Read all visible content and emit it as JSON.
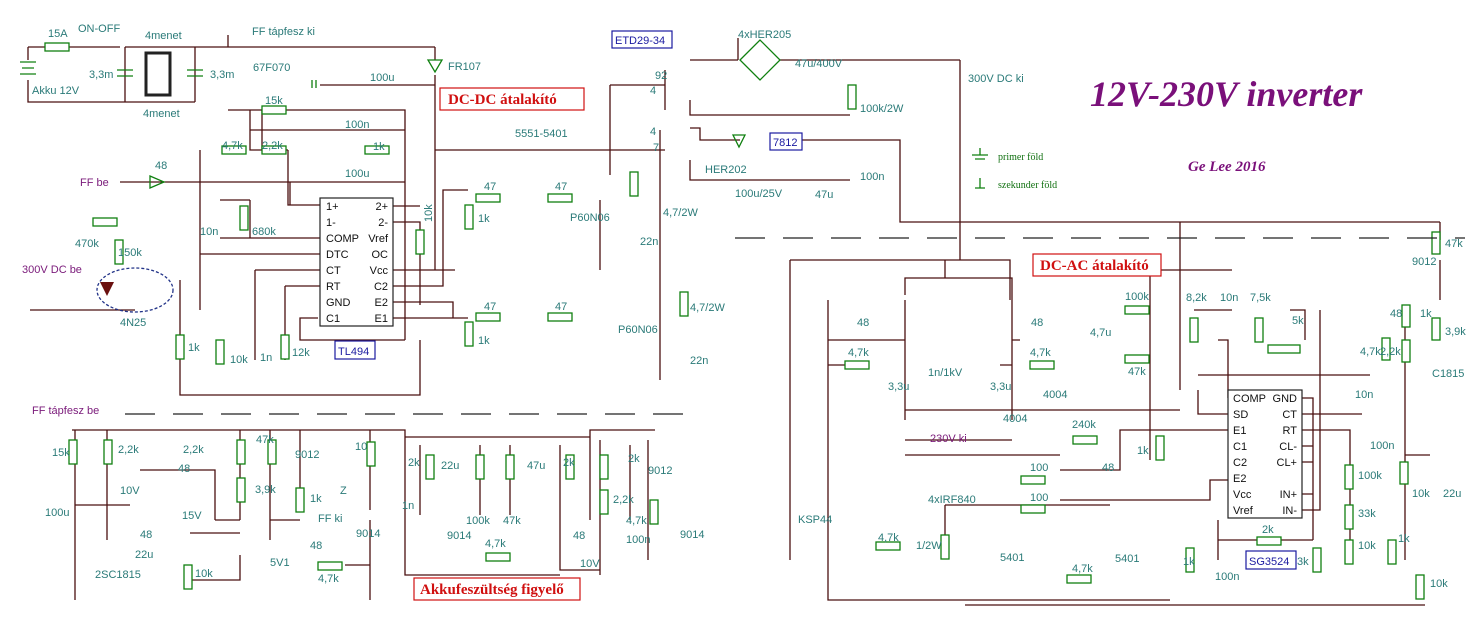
{
  "title": "12V-230V inverter",
  "author": "Ge Lee 2016",
  "legend": {
    "primary_ground": "primer föld",
    "secondary_ground": "szekunder föld"
  },
  "sections": {
    "dcdc": "DC-DC átalakító",
    "dcac": "DC-AC átalakító",
    "monitor": "Akkufeszültség figyelő"
  },
  "ics": {
    "tl494": "TL494",
    "sg3524": "SG3524",
    "transformer": "ETD29-34",
    "regulator": "7812"
  },
  "tl494_pins": {
    "left": [
      "1+",
      "1-",
      "COMP",
      "DTC",
      "CT",
      "RT",
      "GND",
      "C1"
    ],
    "right": [
      "2+",
      "2-",
      "Vref",
      "OC",
      "Vcc",
      "C2",
      "E2",
      "E1"
    ]
  },
  "sg3524_pins": {
    "left": [
      "COMP",
      "SD",
      "E1",
      "C1",
      "C2",
      "E2",
      "Vcc",
      "Vref"
    ],
    "right": [
      "GND",
      "CT",
      "RT",
      "CL-",
      "CL+",
      "",
      "IN+",
      "IN-"
    ]
  },
  "signals": [
    "FF tápfesz ki",
    "FF be",
    "300V DC be",
    "300V DC ki",
    "230V ki",
    "FF tápfesz be",
    "FF ki"
  ],
  "input": [
    "15A",
    "ON-OFF",
    "4menet",
    "4menet",
    "3,3m",
    "3,3m",
    "Akku 12V"
  ],
  "dcdc": [
    "FR107",
    "67F070",
    "15k",
    "100u",
    "100n",
    "4,7k",
    "2,2k",
    "1k",
    "48",
    "100u",
    "10n",
    "680k",
    "470k",
    "150k",
    "4N25",
    "1k",
    "10k",
    "1n",
    "12k",
    "10k",
    "5551-5401",
    "47",
    "47",
    "1k",
    "P60N06",
    "4,7/2W",
    "22n",
    "47",
    "47",
    "1k",
    "P60N06",
    "4,7/2W",
    "22n"
  ],
  "secondary": [
    "4xHER205",
    "92",
    "4",
    "4",
    "47u/400V",
    "100k/2W",
    "7",
    "HER202",
    "100u/25V",
    "47u",
    "100n"
  ],
  "dcac": [
    "48",
    "48",
    "4,7k",
    "3,3u",
    "1n/1kV",
    "3,3u",
    "4,7k",
    "4004",
    "4004",
    "240k",
    "100k",
    "4,7u",
    "47k",
    "8,2k",
    "10n",
    "7,5k",
    "5k",
    "100",
    "100",
    "48",
    "4xIRF840",
    "1/2W",
    "KSP44",
    "4,7k",
    "5401",
    "5401",
    "4,7k",
    "1k",
    "1k",
    "100n",
    "2k",
    "3k",
    "100k",
    "33k",
    "10k",
    "47k",
    "9012",
    "48",
    "1k",
    "3,9k",
    "4,7k",
    "2,2k",
    "C1815",
    "10n",
    "100n",
    "10k",
    "22u",
    "1k",
    "10k"
  ],
  "monitor": [
    "15k",
    "2,2k",
    "10V",
    "100u",
    "2SC1815",
    "48",
    "22u",
    "10k",
    "48",
    "2,2k",
    "15V",
    "47k",
    "9012",
    "3,9k",
    "1k",
    "5V1",
    "48",
    "4,7k",
    "10",
    "Z",
    "1n",
    "9014",
    "2k",
    "22u",
    "100k",
    "47k",
    "9014",
    "47u",
    "2k",
    "48",
    "4,7k",
    "2k",
    "9012",
    "2,2k",
    "4,7k",
    "100n",
    "9014",
    "10V"
  ],
  "colors": {
    "wire": "#4a1010",
    "component": "#108010",
    "label": "#2a7a78",
    "signal": "#7a1a7a",
    "heading": "#d01010",
    "ic_label": "#1a1aa0"
  }
}
